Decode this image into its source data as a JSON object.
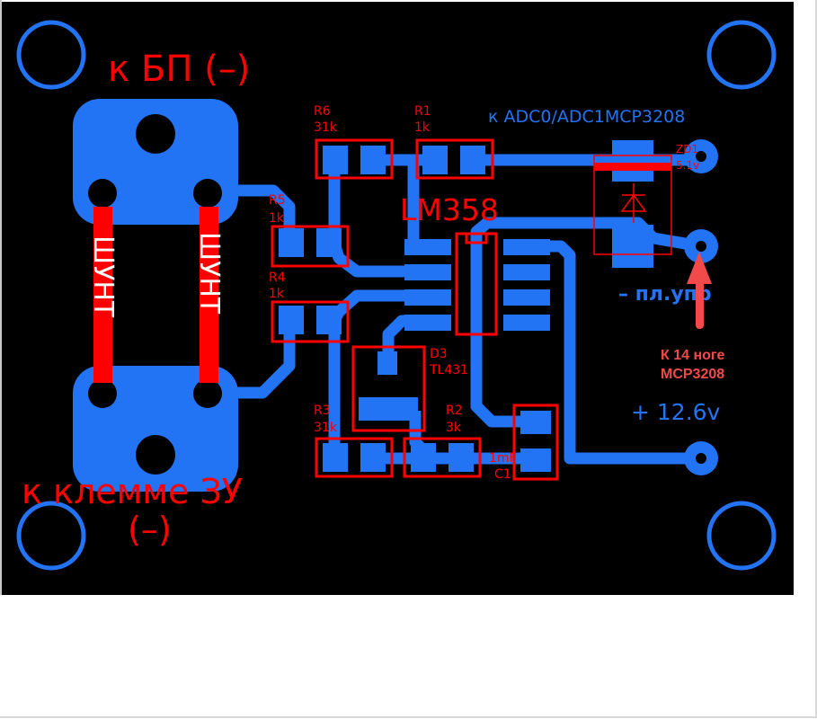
{
  "colors": {
    "board": "#000000",
    "copper": "#2373f5",
    "silkscreen": "#ff0000",
    "annotation": "#f24a4a",
    "shunt_text": "#ffffff"
  },
  "labels": {
    "top_terminal": "к БП (–)",
    "bottom_terminal_line1": "к клемме ЗУ",
    "bottom_terminal_line2": "(–)",
    "shunt_left": "ШУНТ",
    "shunt_right": "ШУНТ",
    "adc_label": "к ADC0/ADC1MCP3208",
    "minus_label": "– пл.упр",
    "plus_label": "+ 12.6v",
    "annotation_line1": "К 14 ноге",
    "annotation_line2": "MCP3208"
  },
  "components": {
    "R6": {
      "ref": "R6",
      "value": "31k"
    },
    "R1": {
      "ref": "R1",
      "value": "1k"
    },
    "R5": {
      "ref": "R5",
      "value": "1k"
    },
    "R4": {
      "ref": "R4",
      "value": "1k"
    },
    "R3": {
      "ref": "R3",
      "value": "31k"
    },
    "R2": {
      "ref": "R2",
      "value": "3k"
    },
    "U1": {
      "ref": "LM358"
    },
    "D3": {
      "ref": "D3",
      "value": "TL431"
    },
    "ZD1": {
      "ref": "ZD1",
      "value": "5.1v"
    },
    "C1": {
      "ref": "C1",
      "value": "1mF"
    }
  }
}
